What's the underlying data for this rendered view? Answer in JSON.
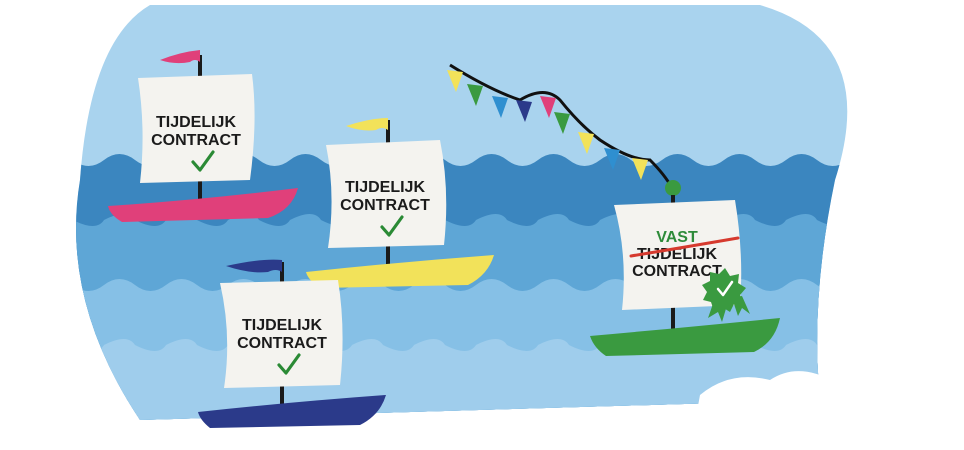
{
  "ships": [
    {
      "line1": "TIJDELIJK",
      "line2": "CONTRACT",
      "hull_color": "#e0407a",
      "flag_color": "#e0407a"
    },
    {
      "line1": "TIJDELIJK",
      "line2": "CONTRACT",
      "hull_color": "#f2e25a",
      "flag_color": "#f2e25a"
    },
    {
      "line1": "TIJDELIJK",
      "line2": "CONTRACT",
      "hull_color": "#2b3a8a",
      "flag_color": "#2b3a8a"
    }
  ],
  "final_ship": {
    "new_word": "VAST",
    "crossed_word": "TIJDELIJK",
    "line2": "CONTRACT",
    "hull_color": "#3a9a40",
    "badge_color": "#3a9a40",
    "strike_color": "#d63a2e"
  },
  "colors": {
    "sky": "#a9d3ee",
    "sea_dark": "#3b86bf",
    "sea_mid": "#5ea6d6",
    "sea_light": "#86c0e6",
    "sail": "#f4f3ef",
    "bunting": [
      "#f2e25a",
      "#3a9a40",
      "#2f8fd0",
      "#2b3a8a",
      "#e0407a",
      "#3a9a40",
      "#f2e25a",
      "#2f8fd0"
    ]
  }
}
